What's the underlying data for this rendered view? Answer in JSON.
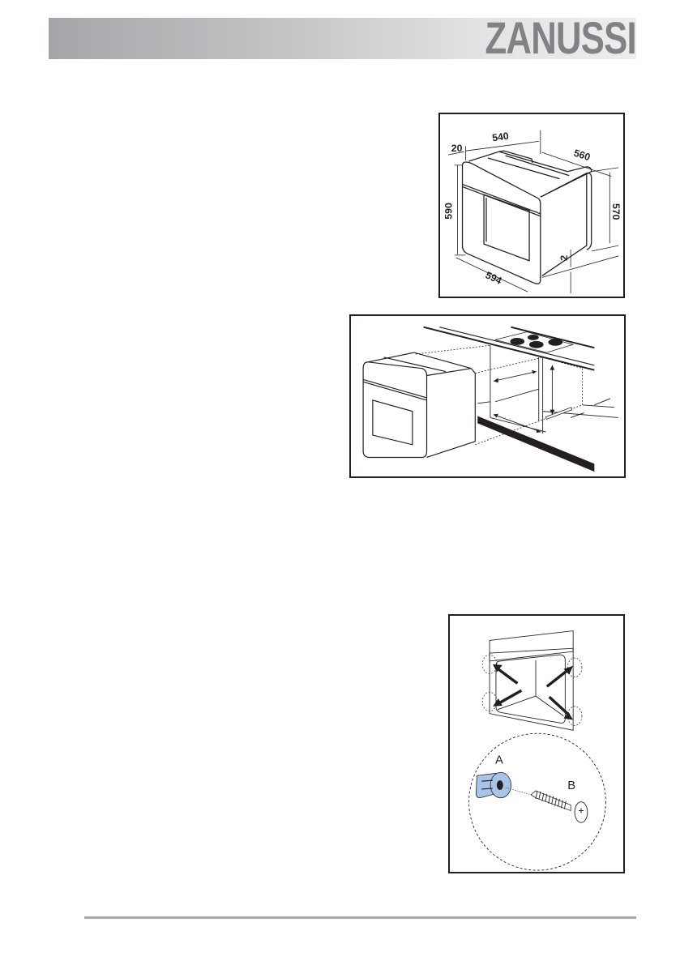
{
  "header": {
    "brand": "ZANUSSI",
    "gradient_start": "#a4a6a9",
    "gradient_end": "#ecedee",
    "logo_color": "#808285"
  },
  "figures": {
    "oven_dimensions": {
      "description": "Built-in oven outline with dimensions (mm)",
      "dimensions": {
        "front_panel_overhang": "20",
        "body_width": "540",
        "depth": "560",
        "front_height": "590",
        "body_height": "570",
        "gap": "2",
        "front_width": "594"
      }
    },
    "cabinet_installation": {
      "description": "Oven sliding into kitchen cabinet niche beneath hob"
    },
    "fixing_detail": {
      "description": "Oven cavity with four fixing-point arrows and enlarged fixing parts",
      "labels": {
        "plug": "A",
        "screw": "B"
      },
      "plug_color": "#a9c4e8"
    }
  },
  "footer": {
    "rule_color": "#a7a9ac"
  }
}
